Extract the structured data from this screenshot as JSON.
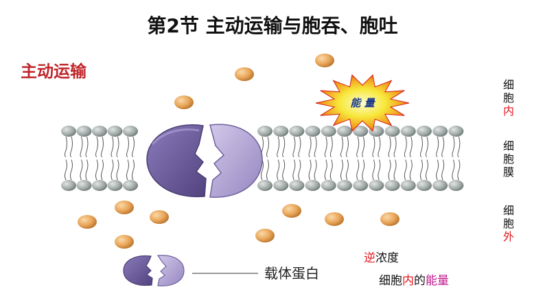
{
  "title": "第2节 主动运输与胞吞、胞吐",
  "subtitle": "主动运输",
  "energy_label": "能 量",
  "side_labels": {
    "inside": [
      "细",
      "胞",
      "内"
    ],
    "membrane": [
      "细",
      "胞",
      "膜"
    ],
    "outside": [
      "细",
      "胞",
      "外"
    ]
  },
  "legend": {
    "carrier": "载体蛋白",
    "gradient_prefix": "逆",
    "gradient_suffix": "浓度",
    "energy_prefix": "细胞",
    "energy_inner": "内",
    "energy_mid": "的",
    "energy_word": "能量"
  },
  "colors": {
    "highlight_red": "#e0161c",
    "protein_dark": "#6a5a9a",
    "protein_light": "#b6a8d6",
    "molecule": "#e8a458",
    "lipid_head": "#9aa4a2",
    "burst_red": "#e5241e",
    "burst_yellow": "#f7e83a"
  }
}
